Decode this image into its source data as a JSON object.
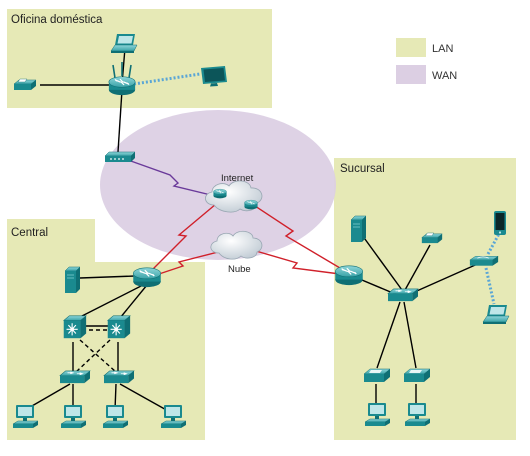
{
  "areas": {
    "home_office": "Oficina doméstica",
    "central": "Central",
    "branch": "Sucursal"
  },
  "legend": {
    "lan": "LAN",
    "wan": "WAN"
  },
  "clouds": {
    "internet": "Internet",
    "cloud": "Nube"
  },
  "colors": {
    "lan_fill": "#e6e9b6",
    "wan_fill": "#dccfe3",
    "device_teal": "#1a8a8f",
    "link_red": "#d0202a",
    "link_purple": "#6a3a9a",
    "wireless_blue": "#5aa6d6"
  },
  "icons": {
    "router": "router-icon",
    "switch": "switch-icon",
    "multilayer_switch": "multilayer-switch-icon",
    "server": "server-icon",
    "pc": "pc-icon",
    "laptop": "laptop-icon",
    "ip_phone": "ip-phone-icon",
    "access_point": "access-point-icon",
    "cable_modem": "modem-icon",
    "printer": "printer-icon",
    "tv": "tv-icon",
    "smartphone": "smartphone-icon"
  }
}
